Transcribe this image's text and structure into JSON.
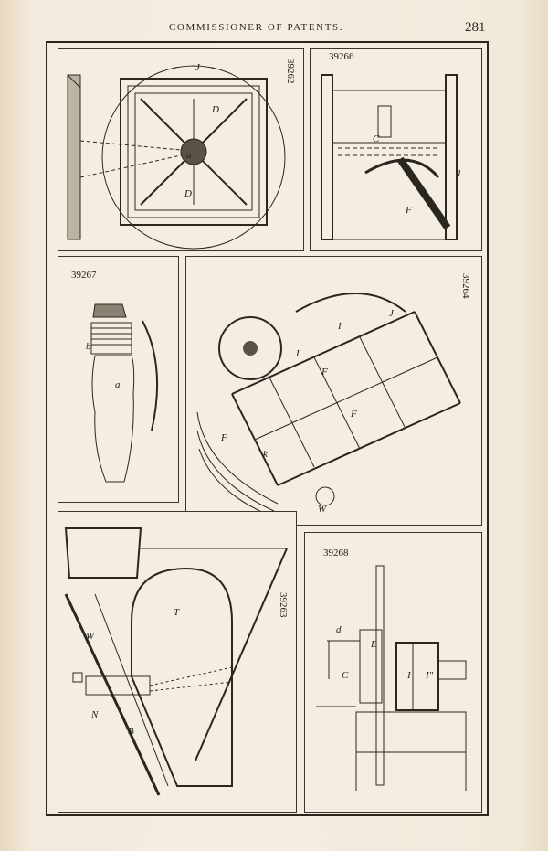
{
  "header": {
    "title": "COMMISSIONER OF PATENTS.",
    "page_number": "281"
  },
  "figures": [
    {
      "id": "39262",
      "orientation": "rotated",
      "letters": [
        "J",
        "D",
        "a",
        "D"
      ]
    },
    {
      "id": "39266",
      "orientation": "upright",
      "letters": [
        "C",
        "F",
        "1"
      ]
    },
    {
      "id": "39267",
      "orientation": "upright",
      "letters": [
        "b",
        "a"
      ]
    },
    {
      "id": "39264",
      "orientation": "rotated",
      "letters": [
        "J",
        "I",
        "I",
        "F",
        "F",
        "F",
        "k",
        "W"
      ]
    },
    {
      "id": "39263",
      "orientation": "rotated",
      "letters": [
        "T",
        "W",
        "N",
        "B"
      ]
    },
    {
      "id": "39268",
      "orientation": "upright",
      "letters": [
        "d",
        "E",
        "C",
        "I",
        "I\""
      ]
    }
  ],
  "colors": {
    "ink": "#2b2620",
    "paper": "#f3ece0"
  }
}
